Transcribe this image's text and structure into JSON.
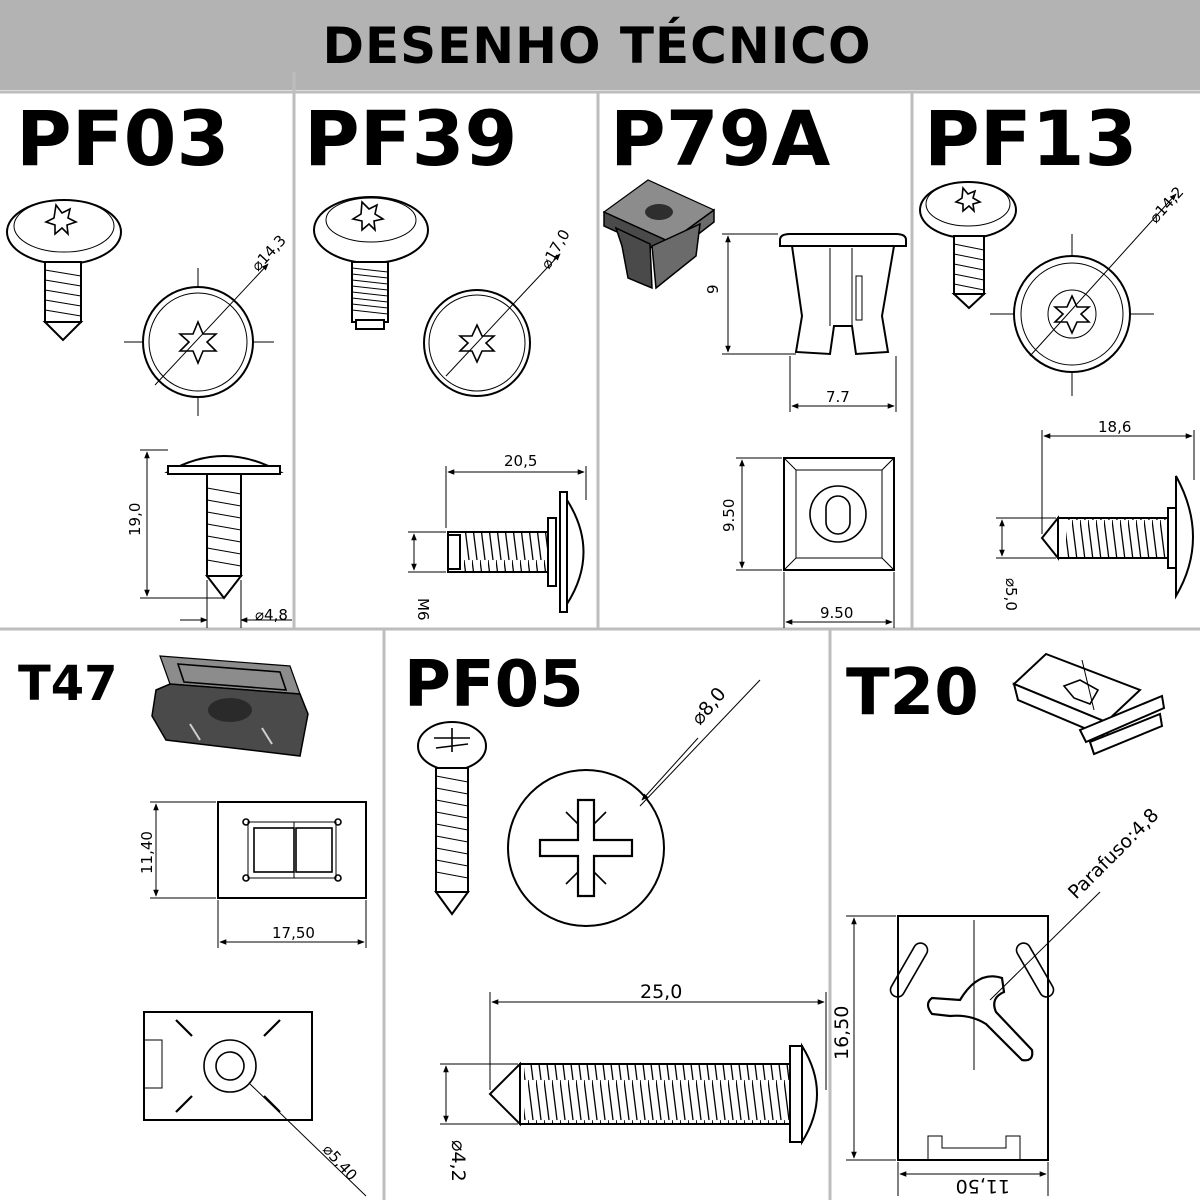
{
  "title": "DESENHO TÉCNICO",
  "panels": {
    "pf03": {
      "code": "PF03",
      "diameter": "⌀14,3",
      "length": "19,0",
      "thread": "⌀4,8"
    },
    "pf39": {
      "code": "PF39",
      "diameter": "⌀17,0",
      "length": "20,5",
      "thread": "M6"
    },
    "p79a": {
      "code": "P79A",
      "height": "9",
      "width": "7.7",
      "square_h": "9.50",
      "square_w": "9.50"
    },
    "pf13": {
      "code": "PF13",
      "diameter": "⌀14,2",
      "length": "18,6",
      "thread": "⌀5,0"
    },
    "t47": {
      "code": "T47",
      "height": "11,40",
      "width": "17,50",
      "hole": "⌀5,40"
    },
    "pf05": {
      "code": "PF05",
      "diameter": "⌀8,0",
      "length": "25,0",
      "thread": "⌀4,2"
    },
    "t20": {
      "code": "T20",
      "screw": "Parafuso:4,8",
      "height": "16,50",
      "width": "11,50"
    }
  },
  "colors": {
    "header": "#b3b3b3",
    "divider": "#bdbdbd",
    "ink": "#000000"
  }
}
